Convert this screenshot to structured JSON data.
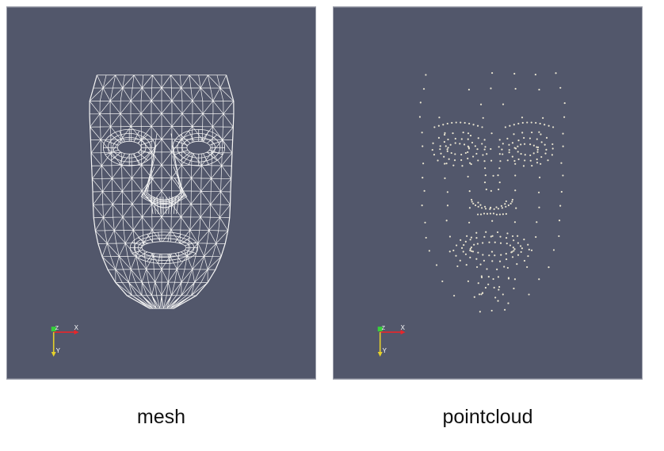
{
  "colors": {
    "background": "#52576b",
    "mesh_line": "#f4f4f4",
    "point": "#e8e3cf",
    "axis_x": "#e8262a",
    "axis_y": "#e6d12a",
    "axis_z": "#36d13b",
    "axis_label": "#ffffff"
  },
  "views": [
    {
      "id": "mesh",
      "caption": "mesh",
      "render_style": "wireframe",
      "axes_icon": {
        "x_label": "X",
        "y_label": "Y",
        "z_label": "Z"
      }
    },
    {
      "id": "pointcloud",
      "caption": "pointcloud",
      "render_style": "points",
      "axes_icon": {
        "x_label": "X",
        "y_label": "Y",
        "z_label": "Z"
      }
    }
  ]
}
